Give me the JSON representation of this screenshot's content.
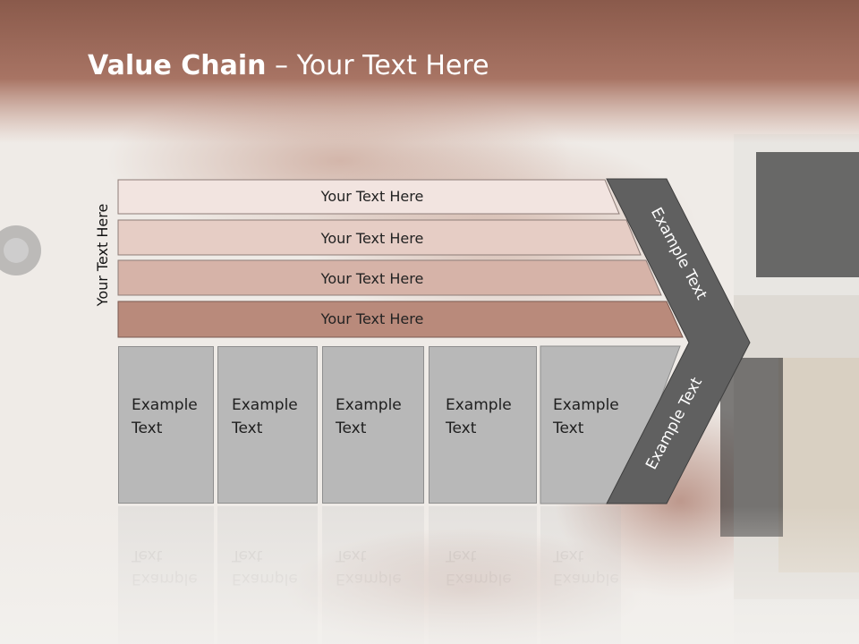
{
  "slide": {
    "title_bold": "Value Chain",
    "title_rest": " – Your Text Here",
    "side_label": "Your Text Here"
  },
  "support_bars": [
    {
      "label": "Your Text Here",
      "color": "#f2e4e0"
    },
    {
      "label": "Your Text Here",
      "color": "#e6cdc5"
    },
    {
      "label": "Your Text Here",
      "color": "#d6b3a8"
    },
    {
      "label": "Your Text Here",
      "color": "#b98a7b"
    }
  ],
  "primary_cells": [
    {
      "line1": "Example",
      "line2": "Text"
    },
    {
      "line1": "Example",
      "line2": "Text"
    },
    {
      "line1": "Example",
      "line2": "Text"
    },
    {
      "line1": "Example",
      "line2": "Text"
    },
    {
      "line1": "Example",
      "line2": "Text"
    }
  ],
  "arrow": {
    "upper_label": "Example Text",
    "lower_label": "Example Text",
    "color": "#606060"
  },
  "colors": {
    "header_band": "#9c6a5a",
    "cell_fill": "#b8b8b8"
  }
}
